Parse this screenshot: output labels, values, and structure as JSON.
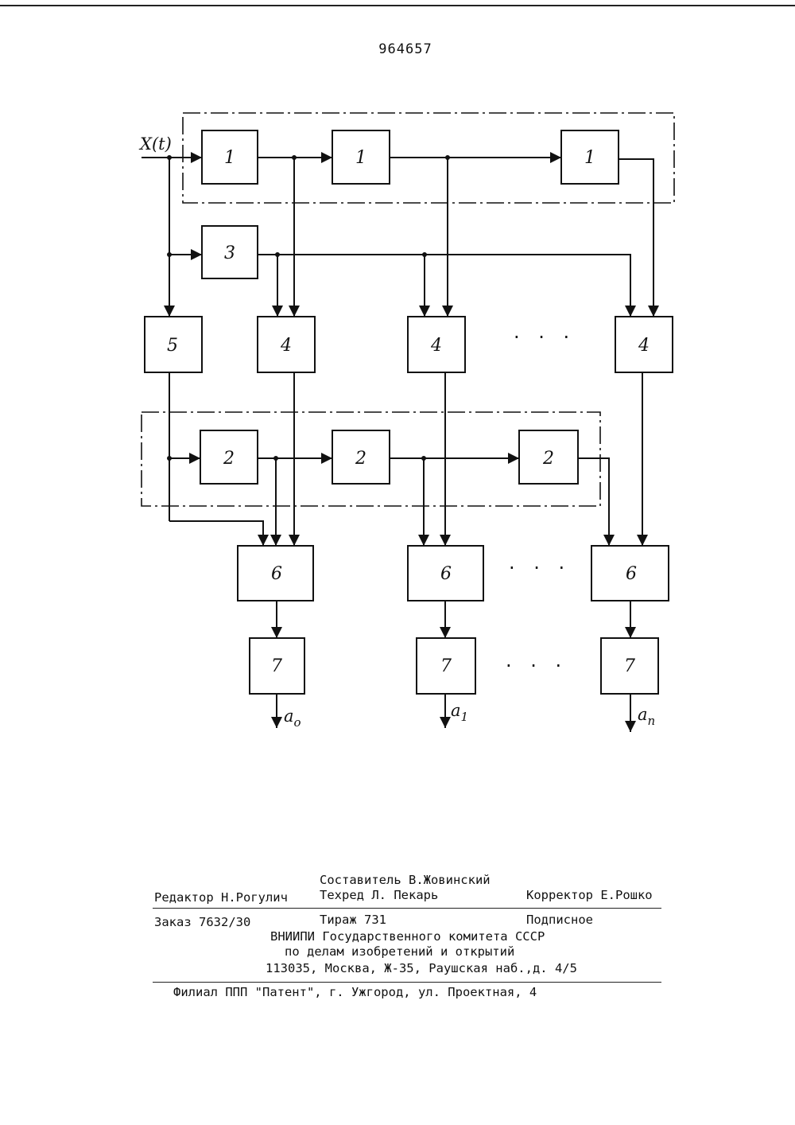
{
  "patent_number": "964657",
  "diagram": {
    "input_label": "X(t)",
    "block_labels": {
      "b1": "1",
      "b2": "2",
      "b3": "3",
      "b4": "4",
      "b5": "5",
      "b6": "6",
      "b7": "7"
    },
    "outputs": [
      "a",
      "a",
      "a"
    ],
    "output_subscripts": [
      "o",
      "1",
      "n"
    ],
    "ellipsis": "· · ·"
  },
  "colophon": {
    "editor": "Редактор Н.Рогулич",
    "compiler": "Составитель В.Жовинский",
    "techred": "Техред Л. Пекарь",
    "corrector": "Корректор Е.Рошко",
    "order": "Заказ 7632/30",
    "circulation": "Тираж 731",
    "subscription": "Подписное",
    "org_line1": "ВНИИПИ Государственного комитета СССР",
    "org_line2": "по делам изобретений и открытий",
    "address": "113035, Москва, Ж-35, Раушская наб.,д. 4/5",
    "branch": "Филиал ППП \"Патент\", г. Ужгород, ул. Проектная, 4"
  }
}
